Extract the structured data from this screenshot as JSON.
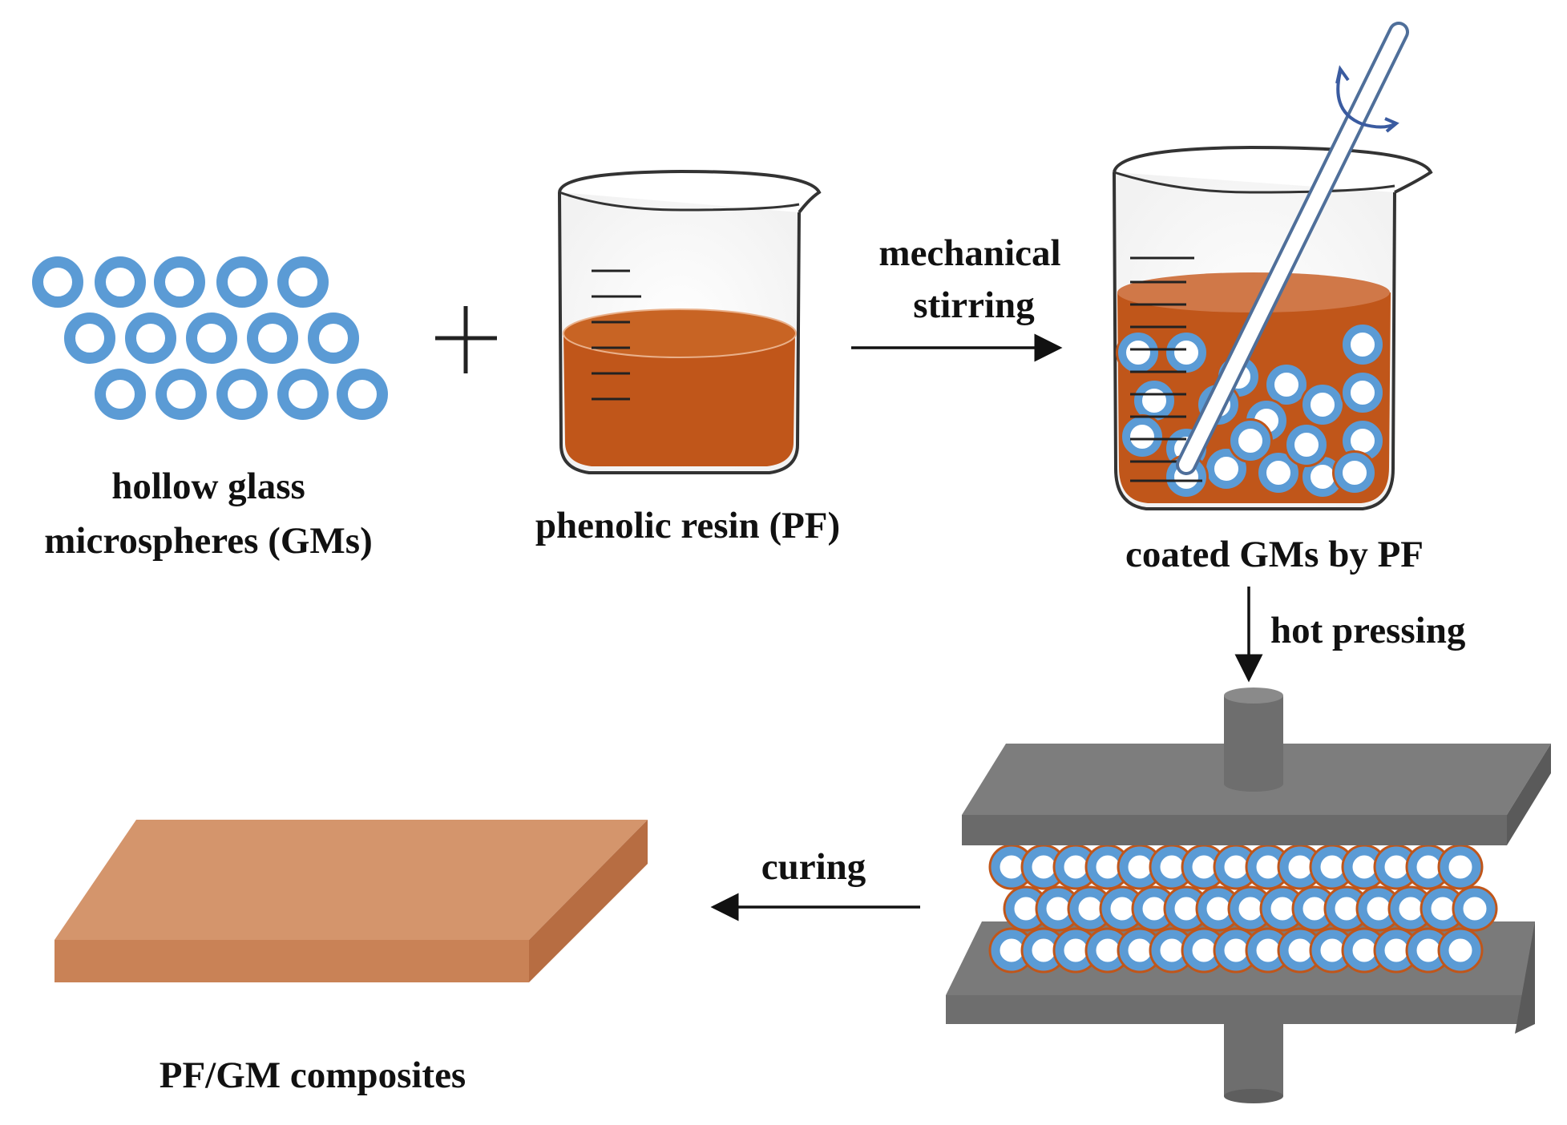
{
  "labels": {
    "gm_line1": "hollow glass",
    "gm_line2": "microspheres (GMs)",
    "pf": "phenolic resin (PF)",
    "stir_line1": "mechanical",
    "stir_line2": "stirring",
    "coated": "coated GMs by PF",
    "hot_pressing": "hot pressing",
    "curing": "curing",
    "composites": "PF/GM composites"
  },
  "plus_symbol": "+",
  "colors": {
    "microsphere_ring": "#5b9bd5",
    "resin": "#c0561a",
    "resin_light": "#d98a5a",
    "composite_top": "#d4956c",
    "composite_side": "#c47a4e",
    "press_plate": "#6e6e6e",
    "press_plate_top": "#5a5a5a",
    "rotation_arrow": "#3a5ba0"
  },
  "icons": [
    "microsphere-icon",
    "beaker-icon",
    "stirring-rod-icon",
    "rotation-arrow-icon",
    "hot-press-icon",
    "composite-slab-icon"
  ]
}
